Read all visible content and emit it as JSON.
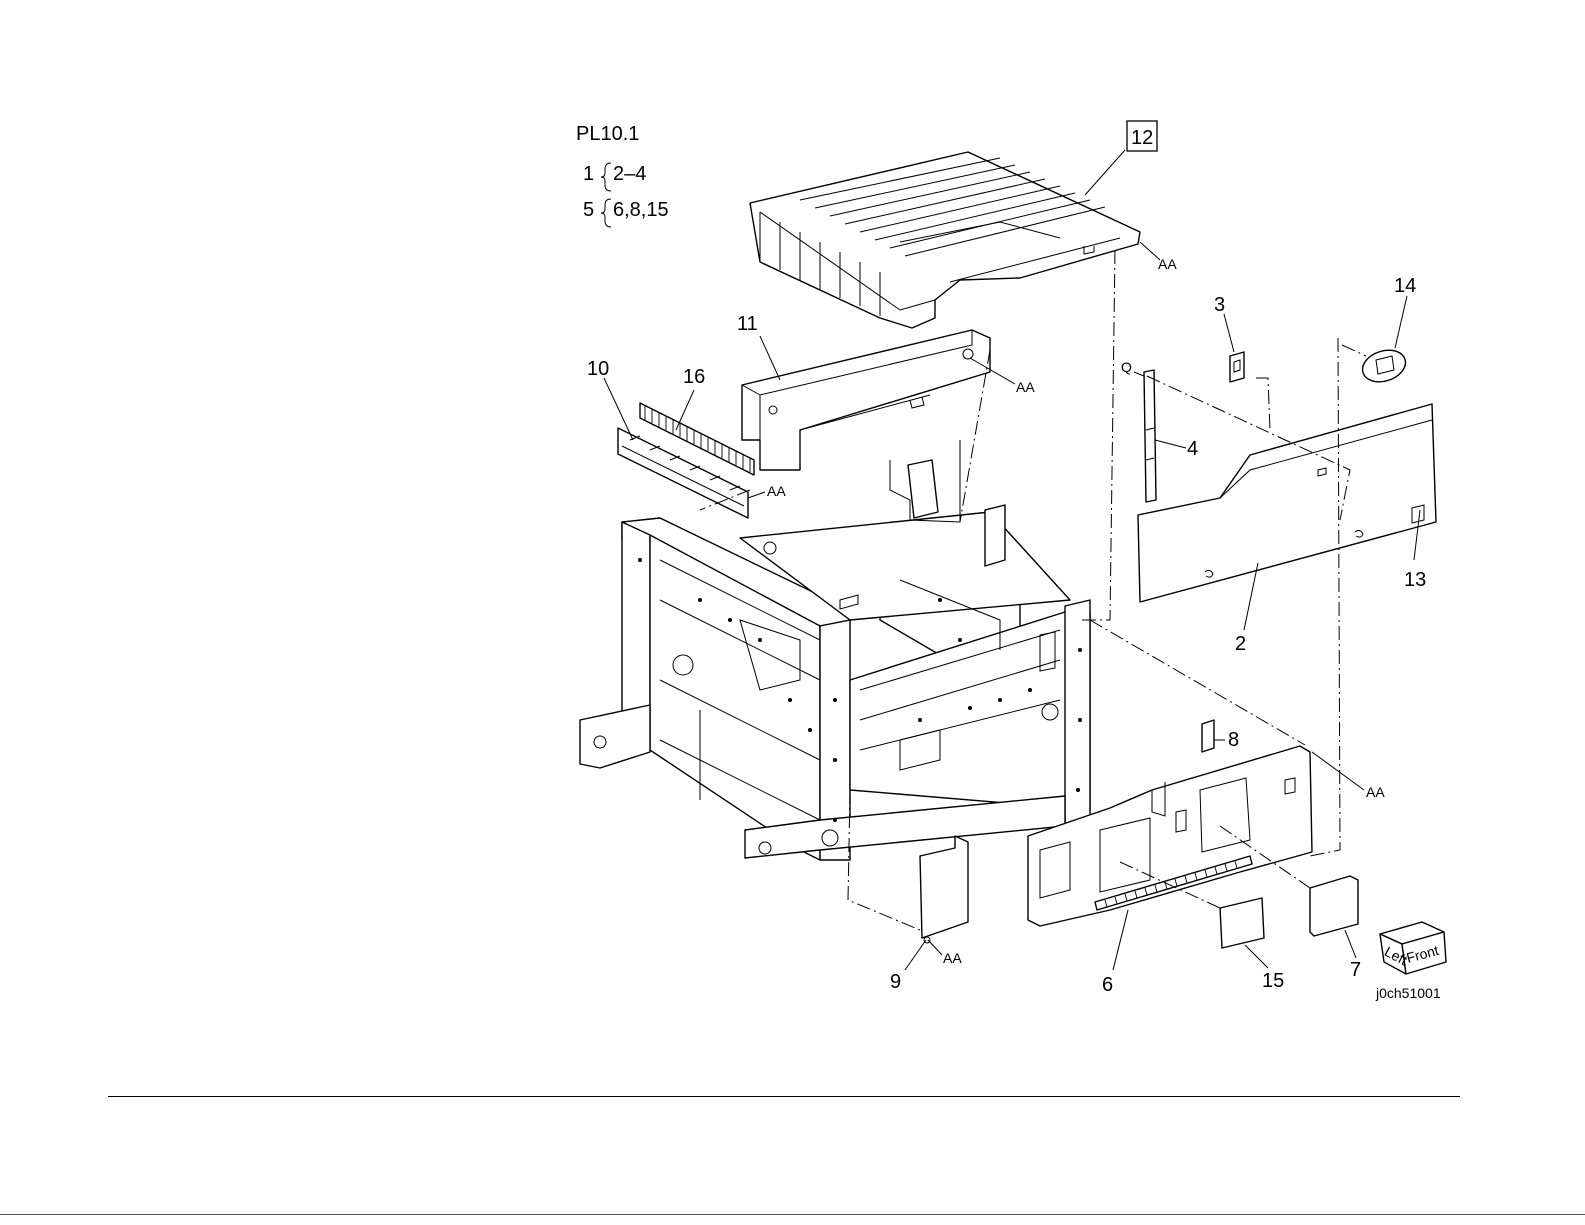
{
  "legend": {
    "title": "PL10.1",
    "line1": {
      "parent": "1",
      "children": "2–4"
    },
    "line2": {
      "parent": "5",
      "children": "6,8,15"
    }
  },
  "callouts": {
    "c2": "2",
    "c3": "3",
    "c4": "4",
    "c6": "6",
    "c7": "7",
    "c8": "8",
    "c9": "9",
    "c10": "10",
    "c11": "11",
    "c12": "12",
    "c13": "13",
    "c14": "14",
    "c15": "15",
    "c16": "16"
  },
  "markers": {
    "aa": "AA",
    "q": "Q"
  },
  "orientation": {
    "left": "Left",
    "front": "Front"
  },
  "figure_id": "j0ch51001"
}
